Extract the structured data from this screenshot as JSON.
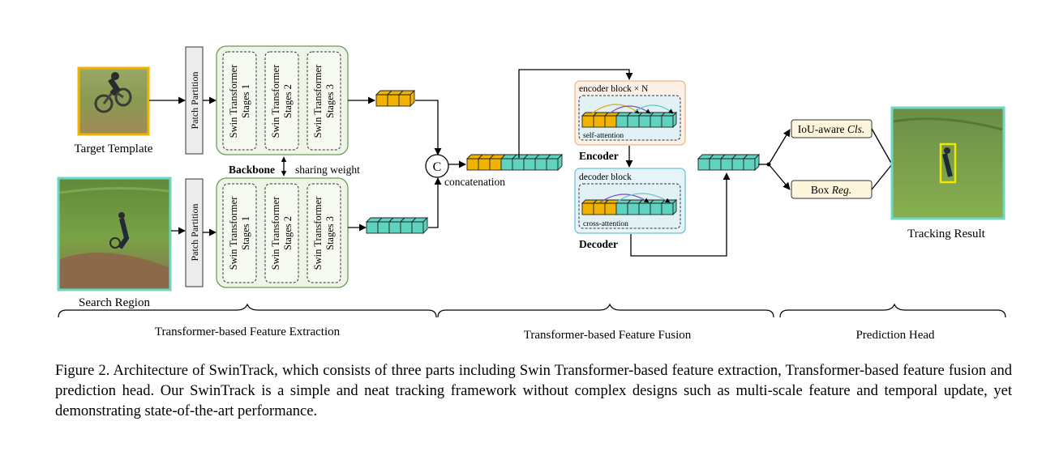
{
  "images": {
    "target_template": "Target Template",
    "search_region": "Search Region",
    "tracking_result": "Tracking Result"
  },
  "backbone": {
    "patch_partition": "Patch Partition",
    "stages": [
      "Swin Transformer Stages 1",
      "Swin Transformer Stages 2",
      "Swin Transformer Stages 3"
    ],
    "stage_line1": "Swin Transformer",
    "stage_line2": [
      "Stages 1",
      "Stages 2",
      "Stages 3"
    ],
    "label": "Backbone",
    "sharing": "sharing weight"
  },
  "fusion": {
    "concat_symbol": "C",
    "concatenation": "concatenation",
    "encoder_block": "encoder block × N",
    "self_attention": "self-attention",
    "encoder": "Encoder",
    "decoder_block": "decoder block",
    "cross_attention": "cross-attention",
    "decoder": "Decoder"
  },
  "head": {
    "cls_prefix": "IoU-aware ",
    "cls_italic": "Cls.",
    "reg_prefix": "Box ",
    "reg_italic": "Reg."
  },
  "sections": {
    "extraction": "Transformer-based Feature Extraction",
    "fusion": "Transformer-based Feature Fusion",
    "prediction": "Prediction Head"
  },
  "caption": {
    "label": "Figure 2.",
    "text": "Architecture of SwinTrack, which consists of three parts including Swin Transformer-based feature extraction, Transformer-based feature fusion and prediction head. Our SwinTrack is a simple and neat tracking framework without complex designs such as multi-scale feature and temporal update, yet demonstrating state-of-the-art performance."
  },
  "colors": {
    "template_token": "#f2b300",
    "search_token": "#5fd3c0",
    "backbone_fill": "#eef5e6",
    "backbone_border": "#6f9a5a",
    "encoder_fill": "#fdf0e6",
    "encoder_border": "#f0b58c",
    "decoder_fill": "#e6f4fa",
    "decoder_border": "#6cc4e0",
    "head_fill": "#fdf6dc",
    "result_box": "#f2e600",
    "image_border_orange": "#f0b400",
    "image_border_teal": "#6fd6c4"
  }
}
